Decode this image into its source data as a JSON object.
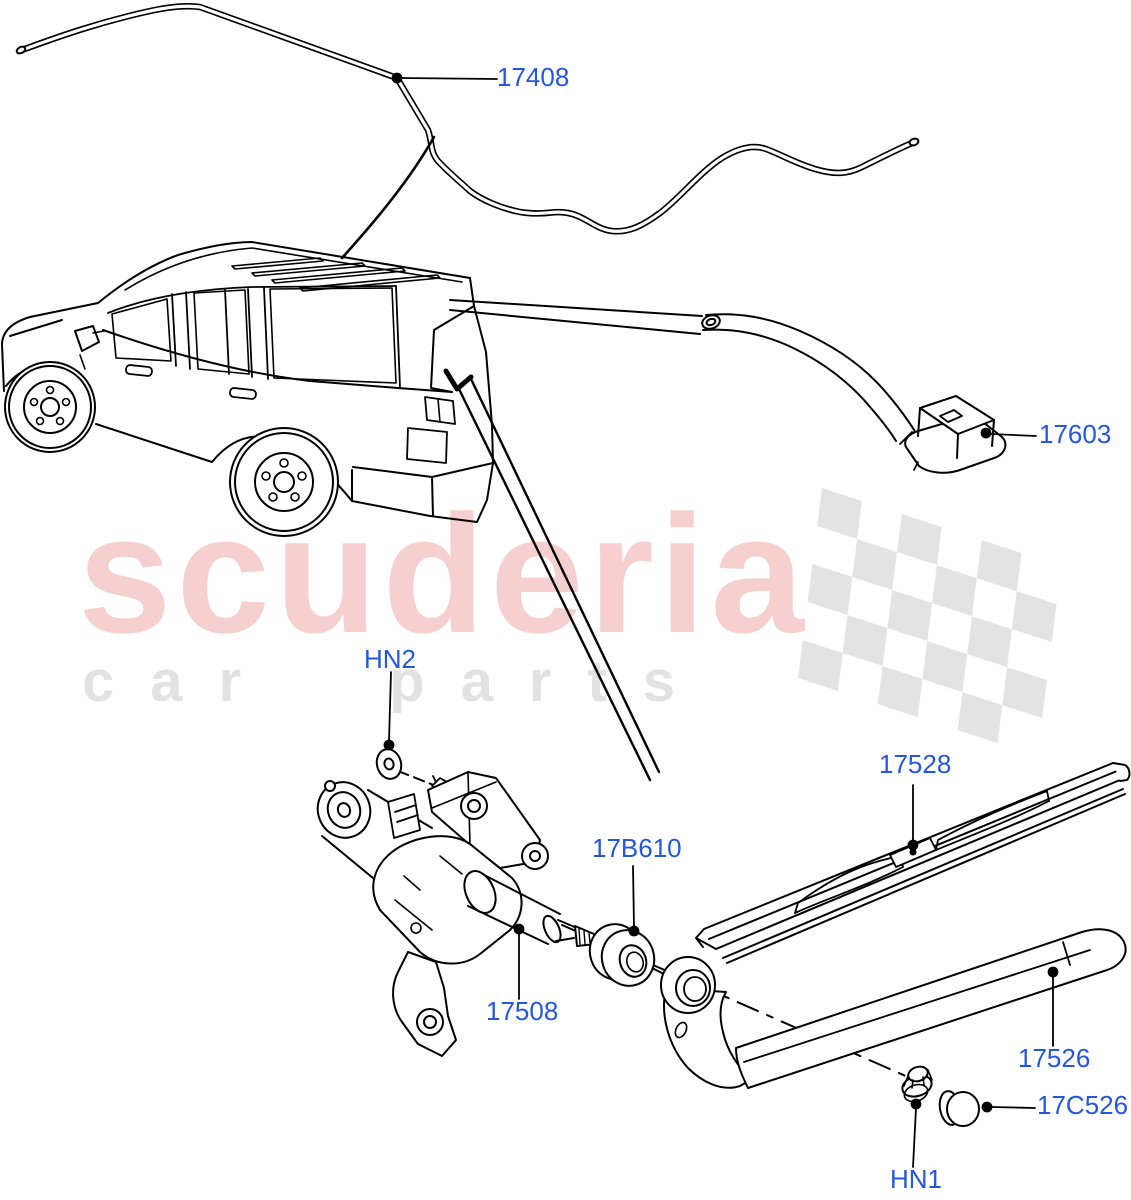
{
  "page": {
    "background": "#ffffff",
    "line_color": "#000000"
  },
  "watermark": {
    "brand": "scuderia",
    "subtitle": "car parts",
    "brand_color": "#f6cfcf",
    "subtitle_color": "#e2e2e2",
    "flag_color": "#e3e3e3"
  },
  "callouts": {
    "color": "#2456e0",
    "labels": [
      {
        "id": "washer-hose",
        "text": "17408"
      },
      {
        "id": "washer-jet",
        "text": "17603"
      },
      {
        "id": "nut-hn2",
        "text": "HN2"
      },
      {
        "id": "wiper-blade",
        "text": "17528"
      },
      {
        "id": "grommet",
        "text": "17B610"
      },
      {
        "id": "wiper-motor",
        "text": "17508"
      },
      {
        "id": "wiper-arm",
        "text": "17526"
      },
      {
        "id": "spindle-cap",
        "text": "17C526"
      },
      {
        "id": "nut-hn1",
        "text": "HN1"
      }
    ]
  }
}
